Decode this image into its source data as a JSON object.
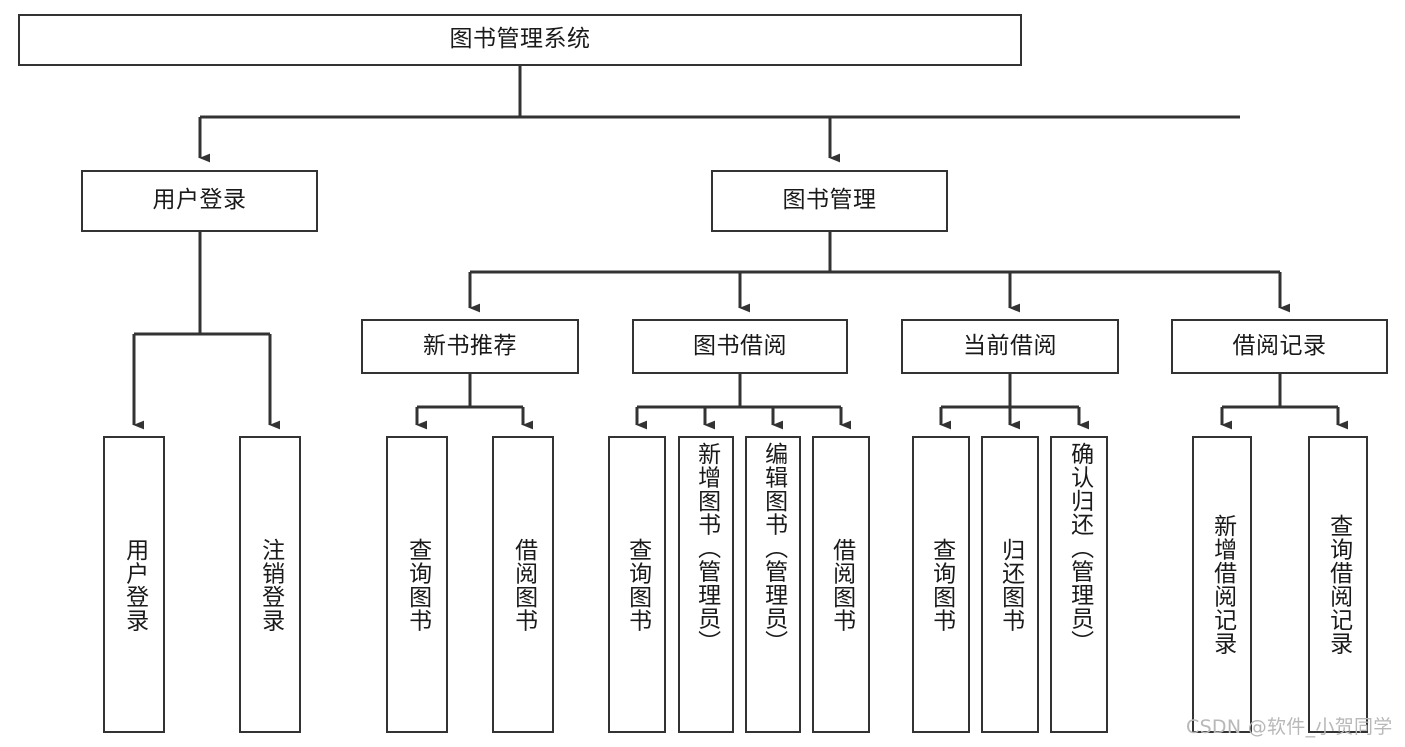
{
  "diagram": {
    "title": "图书管理系统",
    "type": "tree-hierarchy-chart",
    "root": {
      "id": "root",
      "label": "图书管理系统"
    },
    "level2": [
      {
        "id": "user-login",
        "label": "用户登录"
      },
      {
        "id": "book-manage",
        "label": "图书管理"
      }
    ],
    "level3": [
      {
        "id": "new-book-rec",
        "label": "新书推荐"
      },
      {
        "id": "book-borrow",
        "label": "图书借阅"
      },
      {
        "id": "current-borrow",
        "label": "当前借阅"
      },
      {
        "id": "borrow-record",
        "label": "借阅记录"
      }
    ],
    "leaves": {
      "user_login": [
        {
          "id": "leaf-user-login",
          "label": "用户登录"
        },
        {
          "id": "leaf-logout",
          "label": "注销登录"
        }
      ],
      "new_book_rec": [
        {
          "id": "leaf-query-book-1",
          "label": "查询图书"
        },
        {
          "id": "leaf-borrow-book-1",
          "label": "借阅图书"
        }
      ],
      "book_borrow": [
        {
          "id": "leaf-query-book-2",
          "label": "查询图书"
        },
        {
          "id": "leaf-add-book",
          "label": "新增图书（管理员）"
        },
        {
          "id": "leaf-edit-book",
          "label": "编辑图书（管理员）"
        },
        {
          "id": "leaf-borrow-book-2",
          "label": "借阅图书"
        }
      ],
      "current_borrow": [
        {
          "id": "leaf-query-book-3",
          "label": "查询图书"
        },
        {
          "id": "leaf-return-book",
          "label": "归还图书"
        },
        {
          "id": "leaf-confirm-return",
          "label": "确认归还（管理员）"
        }
      ],
      "borrow_record": [
        {
          "id": "leaf-add-record",
          "label": "新增借阅记录"
        },
        {
          "id": "leaf-query-record",
          "label": "查询借阅记录"
        }
      ]
    },
    "colors": {
      "box_border": "#333333",
      "box_fill": "#ffffff",
      "connector": "#333333",
      "text": "#1a1a1a",
      "watermark": "#b8b8b8",
      "background": "#ffffff"
    }
  },
  "watermark": {
    "text": "CSDN @软件_小贺同学"
  }
}
